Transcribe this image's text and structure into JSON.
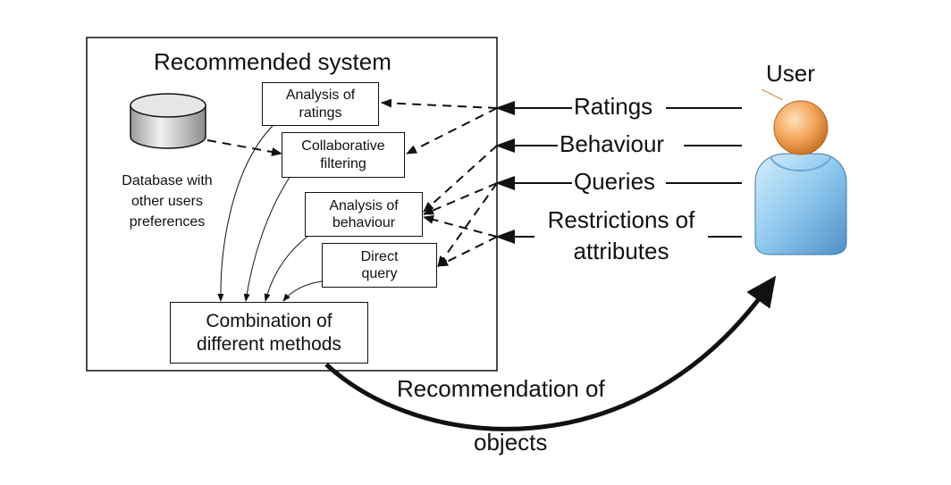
{
  "system": {
    "title": "Recommended system",
    "database_label": [
      "Database with",
      "other users",
      "preferences"
    ],
    "boxes": {
      "analysis_ratings": [
        "Analysis of",
        "ratings"
      ],
      "collaborative": [
        "Collaborative",
        "filtering"
      ],
      "analysis_behaviour": [
        "Analysis of",
        "behaviour"
      ],
      "direct_query": [
        "Direct",
        "query"
      ],
      "combination": [
        "Combination of",
        "different methods"
      ]
    }
  },
  "user": {
    "label": "User"
  },
  "inputs": {
    "ratings": "Ratings",
    "behaviour": "Behaviour",
    "queries": "Queries",
    "restrictions": [
      "Restrictions of",
      "attributes"
    ]
  },
  "output": {
    "label": [
      "Recommendation of",
      "objects"
    ]
  },
  "colors": {
    "line": "#111111",
    "database_fill": "#d9d9d9",
    "user_head": "#f2a45a",
    "user_body": "#8ec8ee"
  }
}
